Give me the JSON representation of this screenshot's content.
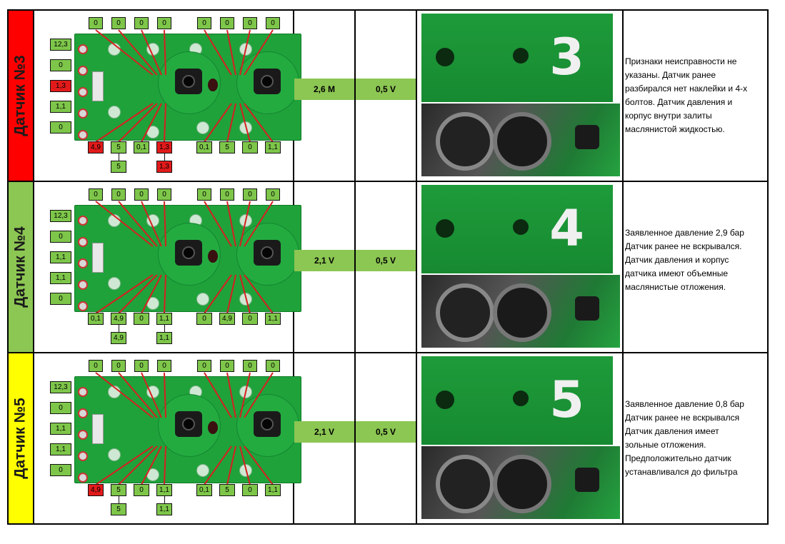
{
  "rows": [
    {
      "label": "Датчик №3",
      "label_color": "#ff0000",
      "top_values": [
        "0",
        "0",
        "0",
        "0",
        "0",
        "0",
        "0",
        "0"
      ],
      "left_values": [
        "12,3",
        "0",
        "1,3",
        "1,1",
        "0"
      ],
      "left_red_index": 2,
      "bottom_values": [
        "4,9",
        "5",
        "0,1",
        "1,3",
        "0,1",
        "5",
        "0",
        "1,1"
      ],
      "bottom_red": [
        0,
        3
      ],
      "below_values": [
        "5",
        "1,3"
      ],
      "below_red": [
        1
      ],
      "value1": "2,6 M",
      "value2": "0,5 V",
      "photo_mark": "3",
      "description": [
        "Признаки неисправности не",
        "указаны. Датчик ранее",
        "разбирался нет наклейки и 4-х",
        "болтов. Датчик давления и",
        "корпус внутри залиты",
        "маслянистой жидкостью."
      ]
    },
    {
      "label": "Датчик №4",
      "label_color": "#8cc653",
      "top_values": [
        "0",
        "0",
        "0",
        "0",
        "0",
        "0",
        "0",
        "0"
      ],
      "left_values": [
        "12,3",
        "0",
        "1,1",
        "1,1",
        "0"
      ],
      "left_red_index": -1,
      "bottom_values": [
        "0,1",
        "4,9",
        "0",
        "1,1",
        "0",
        "4,9",
        "0",
        "1,1"
      ],
      "bottom_red": [],
      "below_values": [
        "4,9",
        "1,1"
      ],
      "below_red": [],
      "value1": "2,1 V",
      "value2": "0,5 V",
      "photo_mark": "4",
      "description": [
        "Заявленное давление 2,9 бар",
        "Датчик ранее не вскрывался.",
        "Датчик давления и корпус",
        "датчика имеют объемные",
        "маслянистые отложения."
      ]
    },
    {
      "label": "Датчик №5",
      "label_color": "#ffff00",
      "top_values": [
        "0",
        "0",
        "0",
        "0",
        "0",
        "0",
        "0",
        "0"
      ],
      "left_values": [
        "12,3",
        "0",
        "1,1",
        "1,1",
        "0"
      ],
      "left_red_index": -1,
      "bottom_values": [
        "4,9",
        "5",
        "0",
        "1,1",
        "0,1",
        "5",
        "0",
        "1,1"
      ],
      "bottom_red": [
        0
      ],
      "below_values": [
        "5",
        "1,1"
      ],
      "below_red": [],
      "value1": "2,1 V",
      "value2": "0,5 V",
      "photo_mark": "5",
      "description": [
        "Заявленное давление 0,8 бар",
        "Датчик ранее не вскрывался",
        "Датчик давления имеет",
        "зольные отложения.",
        "Предположительно датчик",
        "устанавливался до фильтра"
      ]
    }
  ]
}
